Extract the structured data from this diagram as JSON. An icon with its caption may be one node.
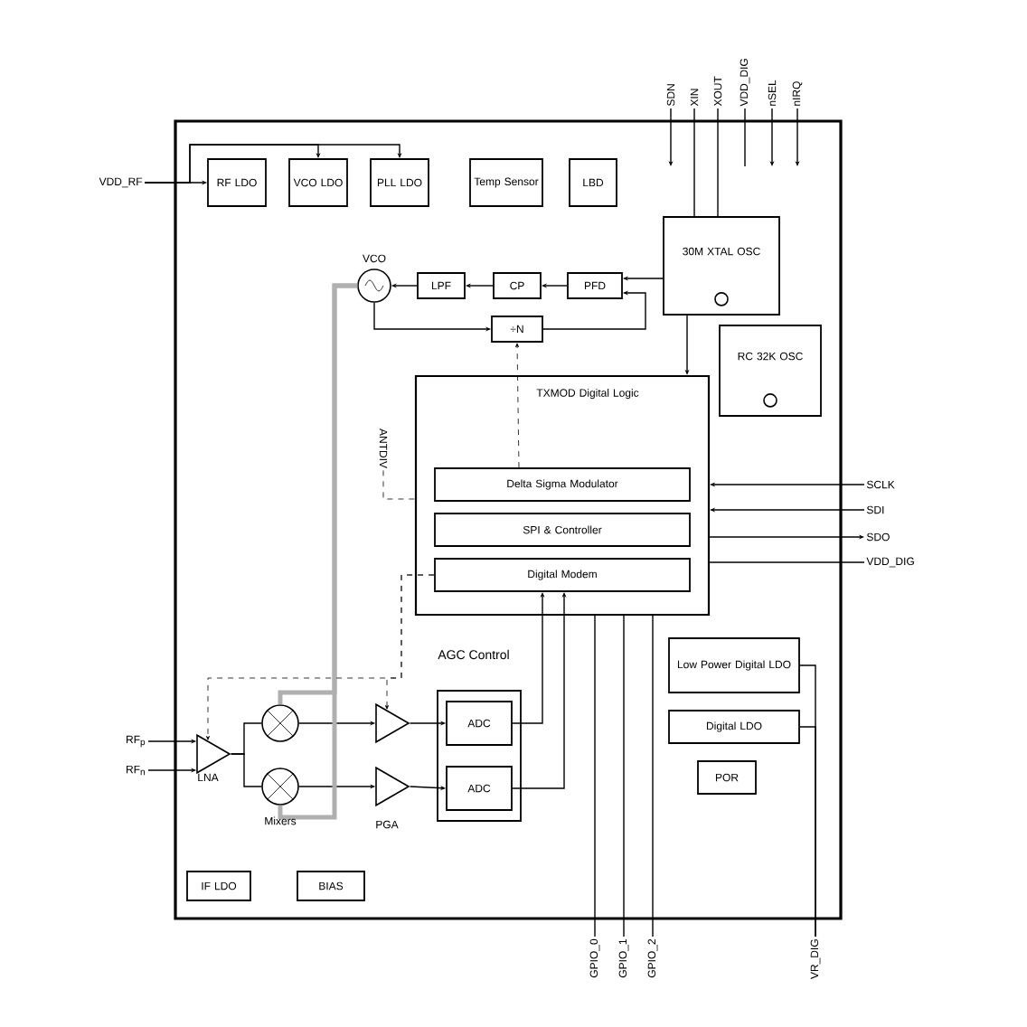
{
  "diagram": {
    "nodes": [
      {
        "text": [
          "VDD_RF"
        ]
      },
      {
        "text": [
          "RF LDO"
        ]
      },
      {
        "text": [
          "VCO LDO"
        ]
      },
      {
        "text": [
          "PLL LDO"
        ]
      },
      {
        "text": [
          "Temp Sensor"
        ]
      },
      {
        "text": [
          "LBD"
        ]
      },
      {
        "text": [
          "VCO"
        ]
      },
      {
        "text": [
          "LPF"
        ]
      },
      {
        "text": [
          "CP"
        ]
      },
      {
        "text": [
          "PFD"
        ]
      },
      {
        "text": [
          "÷N"
        ]
      },
      {
        "text": [
          "30M XTAL OSC"
        ]
      },
      {
        "text": [
          "RC 32K OSC"
        ]
      },
      {
        "text": [
          "TXMOD Digital Logic"
        ]
      },
      {
        "text": [
          "Delta Sigma Modulator"
        ],
        "in": 13
      },
      {
        "text": [
          "SPI & Controller"
        ],
        "in": 13
      },
      {
        "text": [
          "Digital Modem"
        ],
        "in": 13
      },
      {
        "text": [
          "LNA"
        ]
      },
      {
        "text": [],
        "shape": "circle"
      },
      {
        "text": [],
        "shape": "circle"
      },
      {
        "text": [],
        "shape": "triangle"
      },
      {
        "text": [],
        "shape": "triangle"
      },
      {
        "text": [],
        "shape": "box"
      },
      {
        "text": [
          "ADC"
        ],
        "in": 22
      },
      {
        "text": [
          "ADC"
        ],
        "in": 22
      },
      {
        "text": [
          "Low Power Digital LDO"
        ]
      },
      {
        "text": [
          "Digital LDO"
        ]
      },
      {
        "text": [
          "POR"
        ]
      },
      {
        "text": [
          "IF LDO"
        ]
      },
      {
        "text": [
          "BIAS"
        ]
      },
      {
        "text": [
          "SDN"
        ]
      },
      {
        "text": [
          "XIN"
        ]
      },
      {
        "text": [
          "XOUT"
        ]
      },
      {
        "text": [
          "VDD_DIG"
        ]
      },
      {
        "text": [
          "nSEL"
        ]
      },
      {
        "text": [
          "nIRQ"
        ]
      },
      {
        "text": [
          "SCLK"
        ]
      },
      {
        "text": [
          "SDI"
        ]
      },
      {
        "text": [
          "SDO"
        ]
      },
      {
        "text": [
          "VDD_DIG"
        ]
      },
      {
        "text": [
          "GPIO_0"
        ]
      },
      {
        "text": [
          "GPIO_1"
        ]
      },
      {
        "text": [
          "GPIO_2"
        ]
      },
      {
        "text": [
          "VR_DIG"
        ]
      },
      {
        "text": [
          "RF$_{p}$"
        ]
      },
      {
        "text": [
          "RF$_{n}$"
        ]
      },
      {
        "text": [
          "ANTDIV"
        ]
      }
    ],
    "edges": [
      {
        "from": 0,
        "to": 1,
        "arrow": "to"
      },
      {
        "from": 0,
        "to": 2,
        "arrow": "to"
      },
      {
        "from": 0,
        "to": 3,
        "arrow": "to"
      },
      {
        "from": 9,
        "to": 8,
        "arrow": "to"
      },
      {
        "from": 8,
        "to": 7,
        "arrow": "to"
      },
      {
        "from": 7,
        "to": 6,
        "arrow": "to"
      },
      {
        "from": 6,
        "to": 10,
        "arrow": "to"
      },
      {
        "from": 10,
        "to": 9,
        "arrow": "to"
      },
      {
        "from": 11,
        "to": 9,
        "arrow": "to"
      },
      {
        "from": 11,
        "to": 13,
        "arrow": "to"
      },
      {
        "from": 14,
        "to": 10,
        "arrow": "to",
        "style": "dashed"
      },
      {
        "from": 31,
        "to": 11,
        "arrow": "none"
      },
      {
        "from": 32,
        "to": 11,
        "arrow": "none"
      },
      {
        "from": 30,
        "to": null,
        "arrow": "to"
      },
      {
        "from": 33,
        "to": null,
        "arrow": "none"
      },
      {
        "from": 34,
        "to": null,
        "arrow": "to"
      },
      {
        "from": 35,
        "to": null,
        "arrow": "to"
      },
      {
        "from": 36,
        "to": 13,
        "arrow": "to"
      },
      {
        "from": 37,
        "to": 13,
        "arrow": "to"
      },
      {
        "from": 13,
        "to": 38,
        "arrow": "to"
      },
      {
        "from": 39,
        "to": 13,
        "arrow": "none"
      },
      {
        "from": 40,
        "to": 13,
        "arrow": "none"
      },
      {
        "from": 41,
        "to": 13,
        "arrow": "none"
      },
      {
        "from": 42,
        "to": 13,
        "arrow": "none"
      },
      {
        "from": 43,
        "to": 25,
        "arrow": "none"
      },
      {
        "from": 43,
        "to": 26,
        "arrow": "none"
      },
      {
        "from": 44,
        "to": 17,
        "arrow": "to"
      },
      {
        "from": 45,
        "to": 17,
        "arrow": "to"
      },
      {
        "from": 17,
        "to": 18,
        "arrow": "none"
      },
      {
        "from": 17,
        "to": 19,
        "arrow": "none"
      },
      {
        "from": 18,
        "to": 20,
        "arrow": "to"
      },
      {
        "from": 19,
        "to": 21,
        "arrow": "to"
      },
      {
        "from": 20,
        "to": 23,
        "arrow": "to"
      },
      {
        "from": 21,
        "to": 24,
        "arrow": "to"
      },
      {
        "from": 6,
        "to": 18,
        "arrow": "none",
        "style": "thick",
        "color": "#b0b0b0"
      },
      {
        "from": 6,
        "to": 19,
        "arrow": "none",
        "style": "thick",
        "color": "#b0b0b0"
      },
      {
        "from": 16,
        "to": 20,
        "arrow": "to",
        "style": "dashed",
        "label": "AGC Control"
      },
      {
        "from": 16,
        "to": 17,
        "arrow": "to",
        "style": "dashed"
      },
      {
        "from": 23,
        "to": 16,
        "arrow": "to"
      },
      {
        "from": 24,
        "to": 16,
        "arrow": "to"
      },
      {
        "from": 46,
        "to": 13,
        "arrow": "none",
        "style": "dashed"
      }
    ],
    "labels": [
      "Mixers",
      "PGA"
    ]
  }
}
